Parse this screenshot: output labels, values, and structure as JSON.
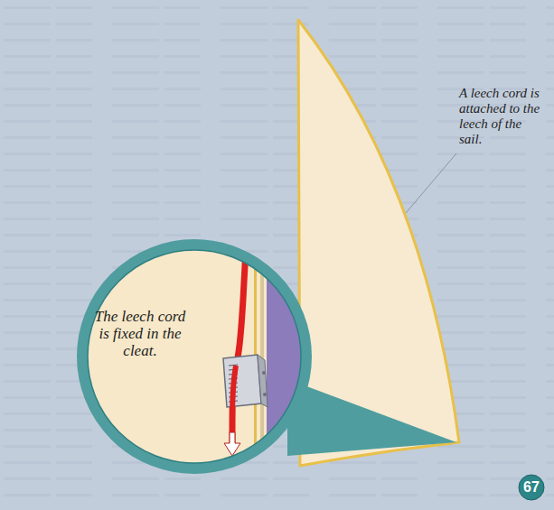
{
  "diagram": {
    "nodes": [
      {
        "text": [
          "The leech cord is fixed in the cleat."
        ]
      },
      {
        "text": [
          "67"
        ]
      }
    ],
    "labels": [
      "A leech cord is attached to the leech of the sail."
    ]
  }
}
